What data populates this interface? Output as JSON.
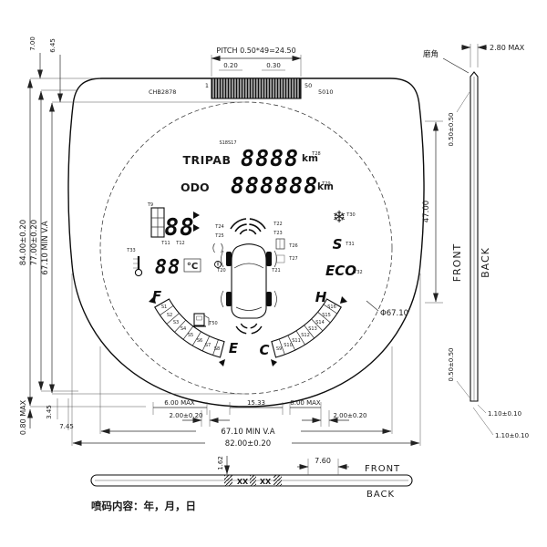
{
  "main_view": {
    "part_no": "CHB2878",
    "code": "5010",
    "pin_first": "1",
    "pin_last": "50",
    "dia_label": "Φ67.10"
  },
  "dims_top": {
    "pitch": "PITCH 0.50*49=24.50",
    "d020": "0.20",
    "d030": "0.30"
  },
  "dims_left": {
    "d700": "7.00",
    "d645": "6.45",
    "d8400": "84.00±0.20",
    "d7700": "77.00±0.20",
    "d6710": "67.10 MIN V.A",
    "d080max": "0.80 MAX",
    "d345": "3.45",
    "d745": "7.45"
  },
  "dims_bottom": {
    "d600max": "6.00 MAX",
    "d1533": "15.33",
    "d800max": "8.00 MAX",
    "d200_left": "2.00±0.20",
    "d200_right": "2.00±0.20",
    "d6710": "67.10 MIN V.A",
    "d8200": "82.00±0.20"
  },
  "dims_right": {
    "d4700": "47.00",
    "d050_top": "0.50±0.50",
    "d050_bottom": "0.50±0.50",
    "d280max": "2.80 MAX",
    "chamfer_note": "磨角",
    "d110_a": "1.10±0.10",
    "d110_b": "1.10±0.10"
  },
  "side_view": {
    "front": "FRONT",
    "back": "BACK"
  },
  "lcd": {
    "trip_label": "TRIPAB",
    "trip_digits": "8888",
    "trip_unit": "km",
    "odo_label": "ODO",
    "odo_digits": "888888",
    "odo_unit": "km",
    "gear_digits": "88",
    "temp_digits": "88",
    "temp_unit": "°C",
    "sport": "S",
    "eco": "ECO",
    "fuel_full": "F",
    "fuel_empty": "E",
    "coolant_cold": "C",
    "coolant_hot": "H",
    "snowflake": "❄",
    "annotations": [
      "S18S17",
      "T28",
      "T29",
      "T9",
      "T11",
      "T12",
      "T22",
      "T23",
      "T24",
      "T25",
      "T26",
      "T27",
      "T30",
      "T31",
      "T32",
      "T33",
      "T50",
      "S1",
      "S2",
      "S3",
      "S4",
      "S5",
      "S6",
      "S7",
      "S8",
      "S9",
      "S10",
      "S11",
      "S12",
      "S13",
      "S14",
      "S15",
      "S16",
      "T20",
      "T21"
    ]
  },
  "bottom_view": {
    "d760": "7.60",
    "d162": "1.62",
    "front": "FRONT",
    "back": "BACK",
    "mark_a": "XX",
    "mark_b": "XX",
    "note": "喷码内容：年，月，日"
  }
}
